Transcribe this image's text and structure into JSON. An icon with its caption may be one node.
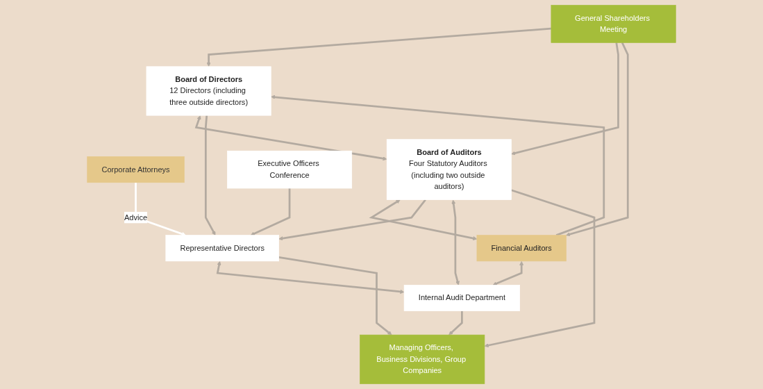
{
  "diagram": {
    "nodes": [
      {
        "text": [
          "General Shareholders Meeting"
        ]
      },
      {
        "text": [
          "Corporate Attorneys"
        ]
      },
      {
        "text": [
          "Board of Directors",
          "12 Directors (including three outside directors)"
        ]
      },
      {
        "text": [
          "Board of Auditors",
          "Four Statutory Auditors (including two outside auditors)"
        ]
      },
      {
        "text": [
          "Financial Auditors"
        ]
      },
      {
        "text": [
          "Representative Directors"
        ]
      },
      {
        "text": [
          "Internal Audit Department"
        ]
      },
      {
        "text": [
          "Executive Officers Conference"
        ]
      },
      {
        "text": [
          "Managing Officers, Business Divisions, Group Companies"
        ]
      }
    ],
    "edges": [
      {
        "from": 0,
        "to": 2,
        "arrow": "to"
      },
      {
        "from": 0,
        "to": 3,
        "arrow": "to"
      },
      {
        "from": 0,
        "to": 4,
        "arrow": "to"
      },
      {
        "from": 4,
        "to": 2,
        "arrow": "to"
      },
      {
        "from": 2,
        "to": 3,
        "arrow": "both"
      },
      {
        "from": 3,
        "to": 4,
        "arrow": "both"
      },
      {
        "from": 2,
        "to": 5,
        "arrow": "to"
      },
      {
        "from": 3,
        "to": 5,
        "arrow": "to"
      },
      {
        "from": 3,
        "to": 6,
        "arrow": "both"
      },
      {
        "from": 5,
        "to": 6,
        "arrow": "both"
      },
      {
        "from": 4,
        "to": 6,
        "arrow": "both"
      },
      {
        "from": 1,
        "to": 5,
        "arrow": "to",
        "label": "Advice",
        "color": "#ffffff"
      },
      {
        "from": 7,
        "to": 5,
        "arrow": "to"
      },
      {
        "from": 5,
        "to": 8,
        "arrow": "to"
      },
      {
        "from": 3,
        "to": 8,
        "arrow": "to"
      },
      {
        "from": 6,
        "to": 8,
        "arrow": "to"
      }
    ]
  }
}
